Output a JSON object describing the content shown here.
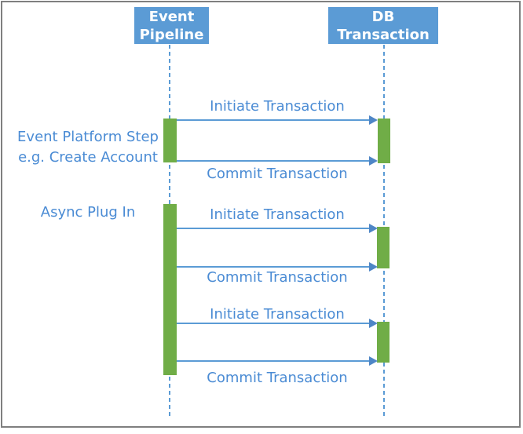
{
  "colors": {
    "accent_blue": "#5B9BD5",
    "arrow_blue": "#4E86C6",
    "bar_green": "#70AD47",
    "text_blue": "#4A8BD4",
    "frame_gray": "#7F7F7F",
    "header_text": "#FFFFFF",
    "background": "#FFFFFF"
  },
  "lifelines": [
    {
      "name": "Event Pipeline",
      "line1": "Event",
      "line2": "Pipeline"
    },
    {
      "name": "DB Transaction",
      "line1": "DB",
      "line2": "Transaction"
    }
  ],
  "annotations": [
    {
      "lines": [
        "Event Platform Step",
        "e.g. Create Account"
      ]
    },
    {
      "lines": [
        "Async Plug In"
      ]
    }
  ],
  "messages": [
    {
      "label": "Initiate Transaction",
      "from": "Event Pipeline",
      "to": "DB Transaction"
    },
    {
      "label": "Commit Transaction",
      "from": "Event Pipeline",
      "to": "DB Transaction"
    },
    {
      "label": "Initiate Transaction",
      "from": "Event Pipeline",
      "to": "DB Transaction"
    },
    {
      "label": "Commit Transaction",
      "from": "Event Pipeline",
      "to": "DB Transaction"
    },
    {
      "label": "Initiate Transaction",
      "from": "Event Pipeline",
      "to": "DB Transaction"
    },
    {
      "label": "Commit Transaction",
      "from": "Event Pipeline",
      "to": "DB Transaction"
    }
  ]
}
